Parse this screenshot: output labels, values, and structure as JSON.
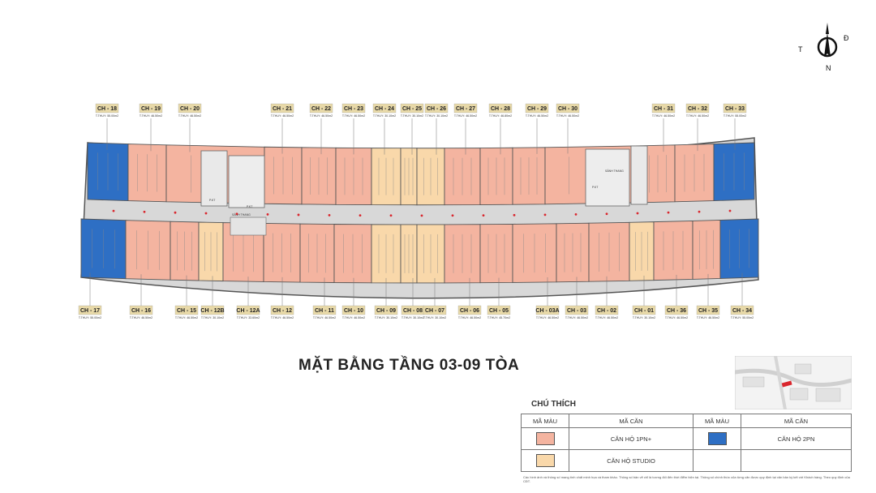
{
  "plan": {
    "title": "MẶT BẰNG TẦNG 03-09 TÒA",
    "colors": {
      "one_bed": "#f4b4a0",
      "two_bed": "#2e6fc4",
      "studio": "#f9d8aa",
      "corridor": "#dcdcdc",
      "core": "#e8e8e8",
      "wall": "#555555"
    },
    "labels": {
      "stair_1": "SẢNH THANG",
      "stair_2": "SẢNH THANG",
      "core_1": "P.KT",
      "core_2": "P.KT",
      "core_3": "P.KT"
    },
    "top_units": [
      {
        "code": "CH - 18",
        "area": "T.THUY: 55.00m2",
        "type": "2pn"
      },
      {
        "code": "CH - 19",
        "area": "T.THUY: 46.50m2",
        "type": "1pn"
      },
      {
        "code": "CH - 20",
        "area": "T.THUY: 46.50m2",
        "type": "1pn"
      },
      {
        "code": "CH - 21",
        "area": "T.THUY: 46.50m2",
        "type": "1pn"
      },
      {
        "code": "CH - 22",
        "area": "T.THUY: 46.50m2",
        "type": "1pn"
      },
      {
        "code": "CH - 23",
        "area": "T.THUY: 46.50m2",
        "type": "1pn"
      },
      {
        "code": "CH - 24",
        "area": "T.THUY: 30.10m2",
        "type": "studio"
      },
      {
        "code": "CH - 25",
        "area": "T.THUY: 30.10m2",
        "type": "studio"
      },
      {
        "code": "CH - 26",
        "area": "T.THUY: 30.10m2",
        "type": "studio"
      },
      {
        "code": "CH - 27",
        "area": "T.THUY: 46.50m2",
        "type": "1pn"
      },
      {
        "code": "CH - 28",
        "area": "T.THUY: 46.80m2",
        "type": "1pn"
      },
      {
        "code": "CH - 29",
        "area": "T.THUY: 46.50m2",
        "type": "1pn"
      },
      {
        "code": "CH - 30",
        "area": "T.THUY: 46.50m2",
        "type": "1pn"
      },
      {
        "code": "CH - 31",
        "area": "T.THUY: 46.50m2",
        "type": "1pn"
      },
      {
        "code": "CH - 32",
        "area": "T.THUY: 46.50m2",
        "type": "1pn"
      },
      {
        "code": "CH - 33",
        "area": "T.THUY: 55.00m2",
        "type": "2pn"
      }
    ],
    "bottom_units": [
      {
        "code": "CH - 17",
        "area": "T.THUY: 55.00m2",
        "type": "2pn"
      },
      {
        "code": "CH - 16",
        "area": "T.THUY: 46.50m2",
        "type": "1pn"
      },
      {
        "code": "CH - 15",
        "area": "T.THUY: 46.50m2",
        "type": "1pn"
      },
      {
        "code": "CH - 12B",
        "area": "T.THUY: 30.10m2",
        "type": "studio"
      },
      {
        "code": "CH - 12A",
        "area": "T.THUY: 33.60m2",
        "type": "1pn"
      },
      {
        "code": "CH - 12",
        "area": "T.THUY: 46.50m2",
        "type": "1pn"
      },
      {
        "code": "CH - 11",
        "area": "T.THUY: 46.50m2",
        "type": "1pn"
      },
      {
        "code": "CH - 10",
        "area": "T.THUY: 46.50m2",
        "type": "1pn"
      },
      {
        "code": "CH - 09",
        "area": "T.THUY: 30.10m2",
        "type": "studio"
      },
      {
        "code": "CH - 08",
        "area": "T.THUY: 30.10m2",
        "type": "studio"
      },
      {
        "code": "CH - 07",
        "area": "T.THUY: 30.10m2",
        "type": "studio"
      },
      {
        "code": "CH - 06",
        "area": "T.THUY: 46.50m2",
        "type": "1pn"
      },
      {
        "code": "CH - 05",
        "area": "T.THUY: 45.70m2",
        "type": "1pn"
      },
      {
        "code": "CH - 03A",
        "area": "T.THUY: 46.50m2",
        "type": "1pn"
      },
      {
        "code": "CH - 03",
        "area": "T.THUY: 46.50m2",
        "type": "1pn"
      },
      {
        "code": "CH - 02",
        "area": "T.THUY: 46.50m2",
        "type": "1pn"
      },
      {
        "code": "CH - 01",
        "area": "T.THUY: 30.10m2",
        "type": "studio"
      },
      {
        "code": "CH - 36",
        "area": "T.THUY: 46.50m2",
        "type": "1pn"
      },
      {
        "code": "CH - 35",
        "area": "T.THUY: 46.50m2",
        "type": "1pn"
      },
      {
        "code": "CH - 34",
        "area": "T.THUY: 55.00m2",
        "type": "2pn"
      }
    ]
  },
  "compass": {
    "left_letter": "T",
    "bottom_letter": "N",
    "right_letter": "Đ"
  },
  "legend": {
    "title": "CHÚ THÍCH",
    "headers": [
      "MÃ MÀU",
      "MÃ CĂN",
      "MÃ MÀU",
      "MÃ CĂN"
    ],
    "rows": [
      {
        "label_left": "CĂN HỘ 1PN+",
        "color_left": "#f4b4a0",
        "label_right": "CĂN HỘ 2PN",
        "color_right": "#2e6fc4"
      },
      {
        "label_left": "CĂN HỘ STUDIO",
        "color_left": "#f9d8aa"
      }
    ]
  },
  "note": "Các hình ảnh và thông số mang tính chất minh họa và tham khảo. Thông số bản vẽ chỉ là tương đối đến thời điểm hiện tại. Thông số chính thức của từng căn được quy định tại văn bản ký kết với Khách hàng. Theo quy định của CĐT."
}
